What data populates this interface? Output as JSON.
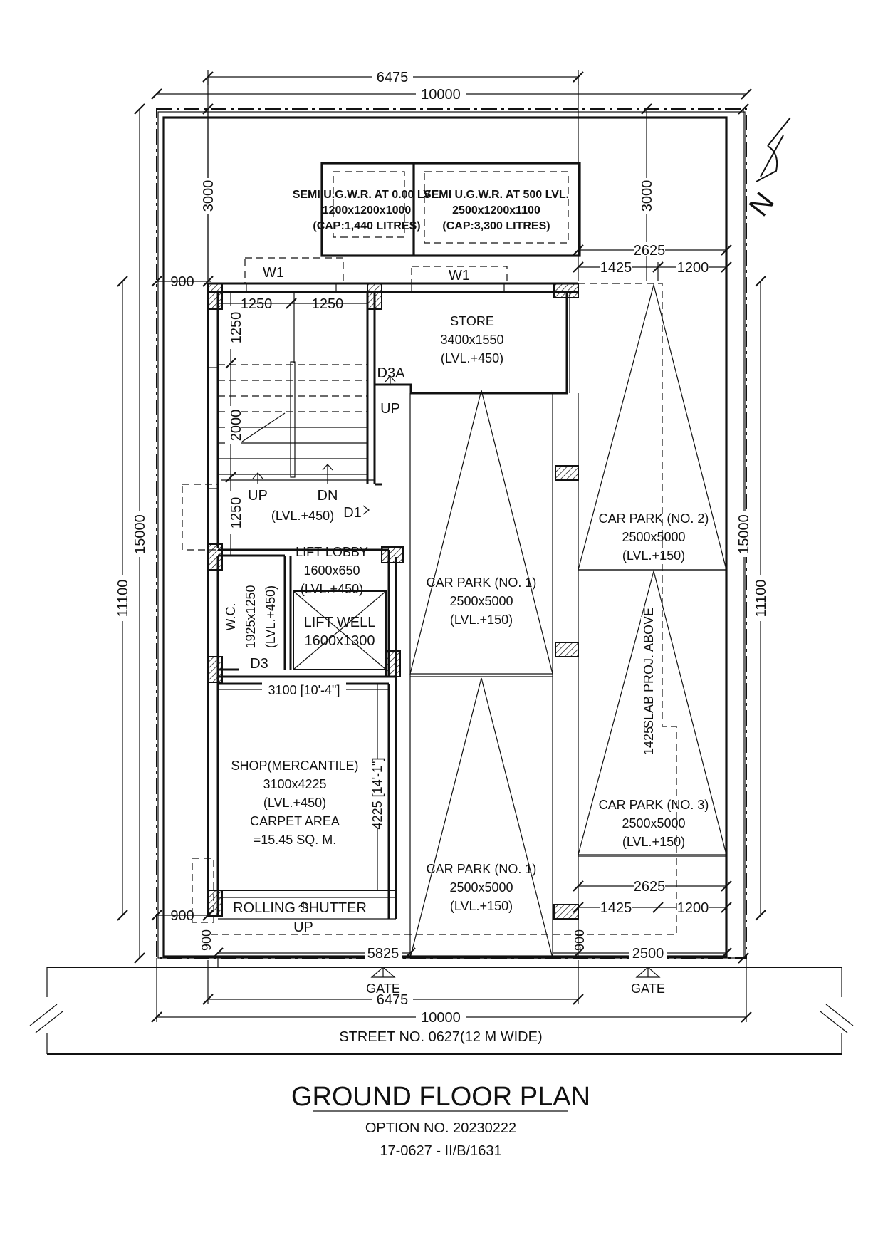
{
  "title": "GROUND FLOOR PLAN",
  "option": "OPTION NO. 20230222",
  "ref": "17-0627 - II/B/1631",
  "street": "STREET NO. 0627(12 M WIDE)",
  "dims": {
    "top_6475": "6475",
    "top_10000": "10000",
    "bot_6475": "6475",
    "bot_10000": "10000",
    "left_15000": "15000",
    "left_11100": "11100",
    "right_15000": "15000",
    "right_11100": "11100",
    "left_3000": "3000",
    "right_3000": "3000",
    "left_900_top": "900",
    "left_900_bot": "900",
    "tr_2625": "2625",
    "tr_1425": "1425",
    "tr_1200": "1200",
    "br_2625": "2625",
    "br_1425": "1425",
    "br_1200": "1200",
    "stair_1250_a": "1250",
    "stair_1250_b": "1250",
    "stair_1250_v1": "1250",
    "stair_2000": "2000",
    "stair_1250_v2": "1250",
    "shop_3100": "3100 [10'-4\"]",
    "shop_4225": "4225 [14'-1\"]",
    "slab_1425": "1425",
    "bot_900_l": "900",
    "bot_5825": "5825",
    "bot_900_r": "900",
    "bot_2500": "2500"
  },
  "tanks": {
    "left": [
      "SEMI U.G.W.R. AT 0.00 LVL.",
      "1200x1200x1000",
      "(CAP:1,440 LITRES)"
    ],
    "right": [
      "SEMI U.G.W.R. AT 500 LVL.",
      "2500x1200x1100",
      "(CAP:3,300 LITRES)"
    ]
  },
  "labels": {
    "w1_left": "W1",
    "w1_right": "W1",
    "store": [
      "STORE",
      "3400x1550",
      "(LVL.+450)"
    ],
    "d3a": "D3A",
    "up_store": "UP",
    "up_stair": "UP",
    "dn_stair": "DN",
    "stair_lvl": "(LVL.+450)",
    "d1": "D1",
    "lift_lobby": [
      "LIFT LOBBY",
      "1600x650",
      "(LVL.+450)"
    ],
    "lift_well": [
      "LIFT WELL",
      "1600x1300"
    ],
    "wc": [
      "W.C.",
      "1925x1250",
      "(LVL.+450)"
    ],
    "d3": "D3",
    "shop": [
      "SHOP(MERCANTILE)",
      "3100x4225",
      "(LVL.+450)",
      "CARPET AREA",
      "=15.45 SQ. M."
    ],
    "car1_top": [
      "CAR PARK (NO. 1)",
      "2500x5000",
      "(LVL.+150)"
    ],
    "car1_bot": [
      "CAR PARK (NO. 1)",
      "2500x5000",
      "(LVL.+150)"
    ],
    "car2": [
      "CAR PARK (NO. 2)",
      "2500x5000",
      "(LVL.+150)"
    ],
    "car3": [
      "CAR PARK (NO. 3)",
      "2500x5000",
      "(LVL.+150)"
    ],
    "slab": "SLAB PROJ. ABOVE",
    "rolling": "ROLLING SHUTTER",
    "up_shop": "UP",
    "gate_left": "GATE",
    "gate_right": "GATE",
    "north": "N"
  }
}
